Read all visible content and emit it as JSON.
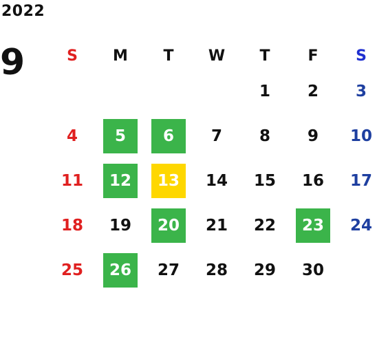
{
  "calendar": {
    "year": "2022",
    "month": "9",
    "weekdays": [
      "S",
      "M",
      "T",
      "W",
      "T",
      "F",
      "S"
    ],
    "weeks": [
      [
        "",
        "",
        "",
        "",
        "1",
        "2",
        "3"
      ],
      [
        "4",
        "5",
        "6",
        "7",
        "8",
        "9",
        "10"
      ],
      [
        "11",
        "12",
        "13",
        "14",
        "15",
        "16",
        "17"
      ],
      [
        "18",
        "19",
        "20",
        "21",
        "22",
        "23",
        "24"
      ],
      [
        "25",
        "26",
        "27",
        "28",
        "29",
        "30",
        ""
      ]
    ],
    "highlighted_green": [
      "5",
      "6",
      "12",
      "20",
      "23",
      "26"
    ],
    "highlighted_yellow": [
      "13"
    ]
  },
  "colors": {
    "sunday": "#e02020",
    "saturday": "#1e3fa0",
    "green": "#3bb44a",
    "yellow": "#fed700"
  }
}
